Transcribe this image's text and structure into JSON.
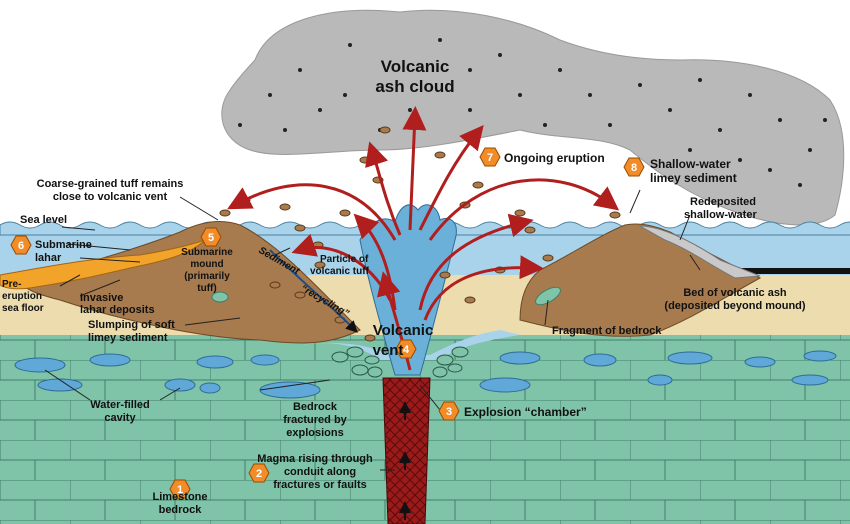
{
  "labels": {
    "ash_cloud_1": "Volcanic",
    "ash_cloud_2": "ash cloud",
    "ongoing_eruption": "Ongoing eruption",
    "shallow_water_1": "Shallow-water",
    "shallow_water_2": "limey sediment",
    "coarse_tuff_1": "Coarse-grained tuff remains",
    "coarse_tuff_2": "close to volcanic vent",
    "redeposited_1": "Redeposited",
    "redeposited_2": "shallow-water",
    "sea_level": "Sea level",
    "submarine_lahar_1": "Submarine",
    "submarine_lahar_2": "lahar",
    "submarine_mound_1": "Submarine",
    "submarine_mound_2": "mound",
    "submarine_mound_3": "(primarily",
    "submarine_mound_4": "tuff)",
    "particle_tuff_1": "Particle of",
    "particle_tuff_2": "volcanic tuff",
    "pre_eruption_1": "Pre-",
    "pre_eruption_2": "eruption",
    "pre_eruption_3": "sea floor",
    "sediment_recycling_1": "Sediment",
    "sediment_recycling_2": "“recycling”",
    "bed_ash_1": "Bed of volcanic ash",
    "bed_ash_2": "(deposited beyond mound)",
    "invasive_lahar_1": "Invasive",
    "invasive_lahar_2": "lahar deposits",
    "volcanic_vent_1": "Volcanic",
    "volcanic_vent_2": "vent",
    "slumping_1": "Slumping of soft",
    "slumping_2": "limey sediment",
    "fragment_bedrock": "Fragment of bedrock",
    "water_cavity_1": "Water-filled",
    "water_cavity_2": "cavity",
    "bedrock_fractured_1": "Bedrock",
    "bedrock_fractured_2": "fractured by",
    "bedrock_fractured_3": "explosions",
    "explosion_chamber": "Explosion “chamber”",
    "magma_rising_1": "Magma rising through",
    "magma_rising_2": "conduit along",
    "magma_rising_3": "fractures or faults",
    "limestone_1": "Limestone",
    "limestone_2": "bedrock"
  },
  "markers": {
    "m1": "1",
    "m2": "2",
    "m3": "3",
    "m4": "4",
    "m5": "5",
    "m6": "6",
    "m7": "7",
    "m8": "8"
  },
  "colors": {
    "sky": "#ffffff",
    "ash_cloud": "#b9b9b9",
    "sea": "#a9d3ea",
    "sand": "#ecdcae",
    "mound": "#a77b4e",
    "limestone": "#7fc3a8",
    "magma": "#9b1b1b",
    "arrow": "#b01e1e",
    "marker": "#f28c28"
  }
}
